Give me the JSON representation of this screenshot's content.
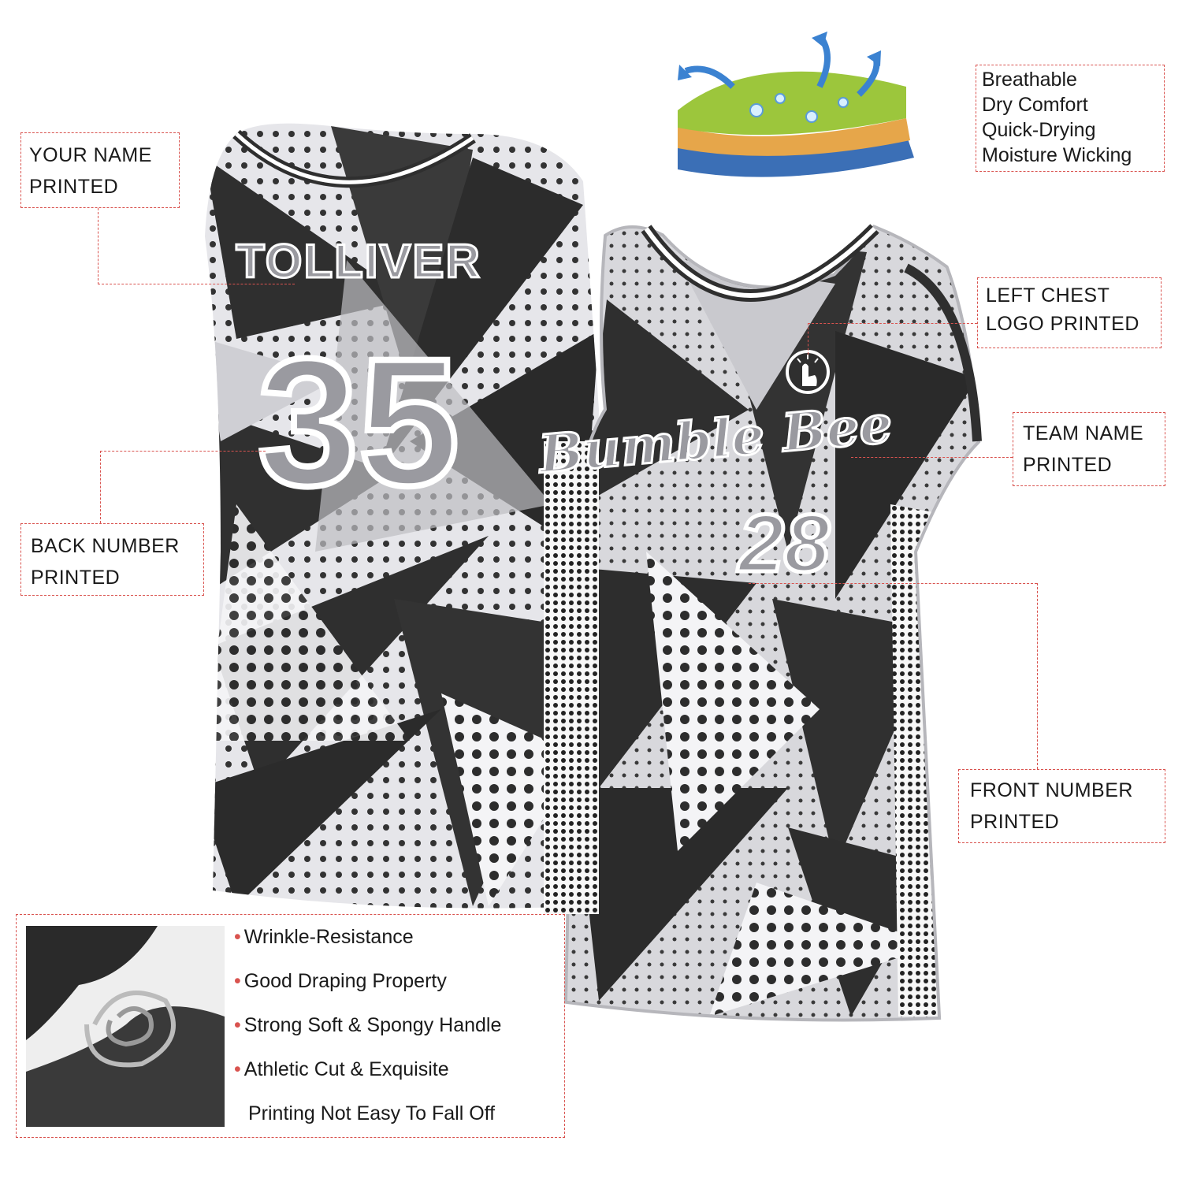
{
  "callouts": {
    "your_name": [
      "YOUR NAME",
      "PRINTED"
    ],
    "back_number": [
      "BACK NUMBER",
      "PRINTED"
    ],
    "left_chest": [
      "LEFT CHEST",
      "LOGO PRINTED"
    ],
    "team_name": [
      "TEAM NAME",
      "PRINTED"
    ],
    "front_number": [
      "FRONT NUMBER",
      "PRINTED"
    ]
  },
  "fabric_features": [
    "Breathable",
    "Dry Comfort",
    "Quick-Drying",
    "Moisture Wicking"
  ],
  "properties": [
    {
      "bullet": "•",
      "text": "Wrinkle-Resistance"
    },
    {
      "bullet": "•",
      "text": "Good Draping Property"
    },
    {
      "bullet": "•",
      "text": "Strong Soft & Spongy Handle"
    },
    {
      "bullet": "•",
      "text": "Athletic Cut & Exquisite"
    },
    {
      "bullet": "",
      "text": "Printing Not Easy To Fall Off"
    }
  ],
  "jersey": {
    "back_name": "TOLLIVER",
    "back_number": "35",
    "team_name": "Bumble Bee",
    "front_number": "28"
  },
  "colors": {
    "accent": "#d9534f",
    "jersey_dark": "#2f2f2f",
    "jersey_gray": "#9a9aa0",
    "jersey_light": "#e8e8ec"
  }
}
